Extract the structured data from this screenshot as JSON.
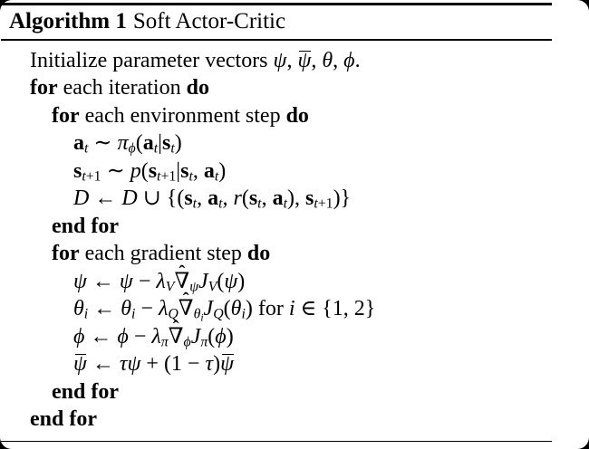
{
  "window": {
    "frame_color": "#000000",
    "page_color": "#ffffff",
    "text_color": "#000000"
  },
  "header": {
    "label": "Algorithm 1",
    "title": "Soft Actor-Critic"
  },
  "symbols": {
    "hat": "ˆ"
  },
  "algorithm": {
    "lines": [
      {
        "indent": 0,
        "tokens": [
          {
            "t": "Initialize parameter vectors ",
            "c": "rm"
          },
          {
            "t": "ψ",
            "c": "it"
          },
          {
            "t": ", ",
            "c": "rm"
          },
          {
            "t": "ψ",
            "c": "it",
            "bar": true
          },
          {
            "t": ", ",
            "c": "rm"
          },
          {
            "t": "θ",
            "c": "it"
          },
          {
            "t": ", ",
            "c": "rm"
          },
          {
            "t": "ϕ",
            "c": "it"
          },
          {
            "t": ".",
            "c": "rm"
          }
        ]
      },
      {
        "indent": 0,
        "tokens": [
          {
            "t": "for",
            "c": "kw"
          },
          {
            "t": " each iteration ",
            "c": "rm"
          },
          {
            "t": "do",
            "c": "kw"
          }
        ]
      },
      {
        "indent": 1,
        "tokens": [
          {
            "t": "for",
            "c": "kw"
          },
          {
            "t": " each environment step ",
            "c": "rm"
          },
          {
            "t": "do",
            "c": "kw"
          }
        ]
      },
      {
        "indent": 2,
        "tokens": [
          {
            "t": "a",
            "c": "bf"
          },
          {
            "t": "t",
            "c": "it",
            "sub": 1
          },
          {
            "t": " ∼ ",
            "c": "rm"
          },
          {
            "t": "π",
            "c": "it"
          },
          {
            "t": "ϕ",
            "c": "it",
            "sub": 1
          },
          {
            "t": "(",
            "c": "rm"
          },
          {
            "t": "a",
            "c": "bf"
          },
          {
            "t": "t",
            "c": "it",
            "sub": 1
          },
          {
            "t": "|",
            "c": "rm"
          },
          {
            "t": "s",
            "c": "bf"
          },
          {
            "t": "t",
            "c": "it",
            "sub": 1
          },
          {
            "t": ")",
            "c": "rm"
          }
        ]
      },
      {
        "indent": 2,
        "tokens": [
          {
            "t": "s",
            "c": "bf"
          },
          {
            "t": "t",
            "c": "it",
            "sub": 1
          },
          {
            "t": "+1",
            "c": "rm",
            "sub": 1
          },
          {
            "t": " ∼ ",
            "c": "rm"
          },
          {
            "t": "p",
            "c": "it"
          },
          {
            "t": "(",
            "c": "rm"
          },
          {
            "t": "s",
            "c": "bf"
          },
          {
            "t": "t",
            "c": "it",
            "sub": 1
          },
          {
            "t": "+1",
            "c": "rm",
            "sub": 1
          },
          {
            "t": "|",
            "c": "rm"
          },
          {
            "t": "s",
            "c": "bf"
          },
          {
            "t": "t",
            "c": "it",
            "sub": 1
          },
          {
            "t": ", ",
            "c": "rm"
          },
          {
            "t": "a",
            "c": "bf"
          },
          {
            "t": "t",
            "c": "it",
            "sub": 1
          },
          {
            "t": ")",
            "c": "rm"
          }
        ]
      },
      {
        "indent": 2,
        "tokens": [
          {
            "t": "D",
            "c": "cal"
          },
          {
            "t": " ← ",
            "c": "rm"
          },
          {
            "t": "D",
            "c": "cal"
          },
          {
            "t": " ∪ {(",
            "c": "rm"
          },
          {
            "t": "s",
            "c": "bf"
          },
          {
            "t": "t",
            "c": "it",
            "sub": 1
          },
          {
            "t": ", ",
            "c": "rm"
          },
          {
            "t": "a",
            "c": "bf"
          },
          {
            "t": "t",
            "c": "it",
            "sub": 1
          },
          {
            "t": ", ",
            "c": "rm"
          },
          {
            "t": "r",
            "c": "it"
          },
          {
            "t": "(",
            "c": "rm"
          },
          {
            "t": "s",
            "c": "bf"
          },
          {
            "t": "t",
            "c": "it",
            "sub": 1
          },
          {
            "t": ", ",
            "c": "rm"
          },
          {
            "t": "a",
            "c": "bf"
          },
          {
            "t": "t",
            "c": "it",
            "sub": 1
          },
          {
            "t": "), ",
            "c": "rm"
          },
          {
            "t": "s",
            "c": "bf"
          },
          {
            "t": "t",
            "c": "it",
            "sub": 1
          },
          {
            "t": "+1",
            "c": "rm",
            "sub": 1
          },
          {
            "t": ")}",
            "c": "rm"
          }
        ]
      },
      {
        "indent": 1,
        "tokens": [
          {
            "t": "end for",
            "c": "kw"
          }
        ]
      },
      {
        "indent": 1,
        "tokens": [
          {
            "t": "for",
            "c": "kw"
          },
          {
            "t": " each gradient step ",
            "c": "rm"
          },
          {
            "t": "do",
            "c": "kw"
          }
        ]
      },
      {
        "indent": 2,
        "tokens": [
          {
            "t": "ψ",
            "c": "it"
          },
          {
            "t": " ← ",
            "c": "rm"
          },
          {
            "t": "ψ",
            "c": "it"
          },
          {
            "t": " − ",
            "c": "rm"
          },
          {
            "t": "λ",
            "c": "it"
          },
          {
            "t": "V",
            "c": "it",
            "sub": 1
          },
          {
            "t": "∇",
            "c": "rm",
            "hat": true
          },
          {
            "t": "ψ",
            "c": "it",
            "sub": 1
          },
          {
            "t": "J",
            "c": "it"
          },
          {
            "t": "V",
            "c": "it",
            "sub": 1
          },
          {
            "t": "(",
            "c": "rm"
          },
          {
            "t": "ψ",
            "c": "it"
          },
          {
            "t": ")",
            "c": "rm"
          }
        ]
      },
      {
        "indent": 2,
        "tokens": [
          {
            "t": "θ",
            "c": "it"
          },
          {
            "t": "i",
            "c": "it",
            "sub": 1
          },
          {
            "t": " ← ",
            "c": "rm"
          },
          {
            "t": "θ",
            "c": "it"
          },
          {
            "t": "i",
            "c": "it",
            "sub": 1
          },
          {
            "t": " − ",
            "c": "rm"
          },
          {
            "t": "λ",
            "c": "it"
          },
          {
            "t": "Q",
            "c": "it",
            "sub": 1
          },
          {
            "t": "∇",
            "c": "rm",
            "hat": true
          },
          {
            "t": "θ",
            "c": "it",
            "sub": 1
          },
          {
            "t": "i",
            "c": "it",
            "sub": 2
          },
          {
            "t": "J",
            "c": "it"
          },
          {
            "t": "Q",
            "c": "it",
            "sub": 1
          },
          {
            "t": "(",
            "c": "rm"
          },
          {
            "t": "θ",
            "c": "it"
          },
          {
            "t": "i",
            "c": "it",
            "sub": 1
          },
          {
            "t": ") for ",
            "c": "rm"
          },
          {
            "t": "i",
            "c": "it"
          },
          {
            "t": " ∈ {1, 2}",
            "c": "rm"
          }
        ]
      },
      {
        "indent": 2,
        "tokens": [
          {
            "t": "ϕ",
            "c": "it"
          },
          {
            "t": " ← ",
            "c": "rm"
          },
          {
            "t": "ϕ",
            "c": "it"
          },
          {
            "t": " − ",
            "c": "rm"
          },
          {
            "t": "λ",
            "c": "it"
          },
          {
            "t": "π",
            "c": "it",
            "sub": 1
          },
          {
            "t": "∇",
            "c": "rm",
            "hat": true
          },
          {
            "t": "ϕ",
            "c": "it",
            "sub": 1
          },
          {
            "t": "J",
            "c": "it"
          },
          {
            "t": "π",
            "c": "it",
            "sub": 1
          },
          {
            "t": "(",
            "c": "rm"
          },
          {
            "t": "ϕ",
            "c": "it"
          },
          {
            "t": ")",
            "c": "rm"
          }
        ]
      },
      {
        "indent": 2,
        "tokens": [
          {
            "t": "ψ",
            "c": "it",
            "bar": true
          },
          {
            "t": " ← ",
            "c": "rm"
          },
          {
            "t": "τ",
            "c": "it"
          },
          {
            "t": "ψ",
            "c": "it"
          },
          {
            "t": " + (1 − ",
            "c": "rm"
          },
          {
            "t": "τ",
            "c": "it"
          },
          {
            "t": ")",
            "c": "rm"
          },
          {
            "t": "ψ",
            "c": "it",
            "bar": true
          }
        ]
      },
      {
        "indent": 1,
        "tokens": [
          {
            "t": "end for",
            "c": "kw"
          }
        ]
      },
      {
        "indent": 0,
        "tokens": [
          {
            "t": "end for",
            "c": "kw"
          }
        ]
      }
    ]
  }
}
